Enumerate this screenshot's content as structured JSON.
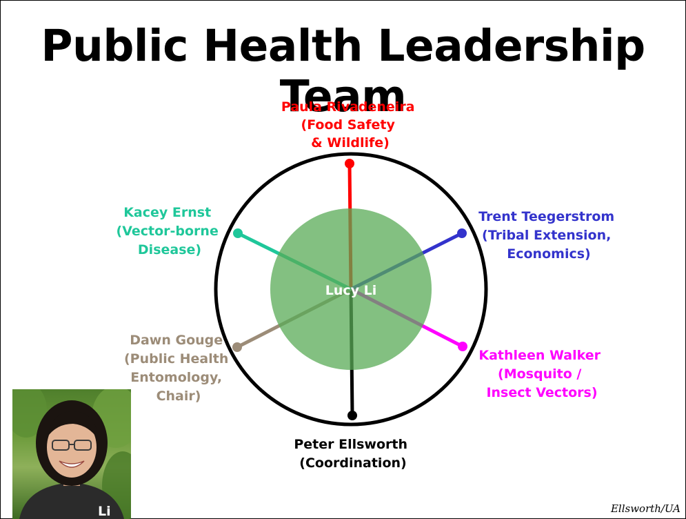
{
  "title": "Public Health Leadership Team",
  "center": {
    "name": "Lucy Li",
    "fill": "#7dbe7a"
  },
  "spokes": [
    {
      "id": "rivadeneira",
      "lines": [
        "Paula Rivadeneira",
        "(Food Safety",
        "& Wildlife)"
      ],
      "color": "#ff0000"
    },
    {
      "id": "teegerstrom",
      "lines": [
        "Trent Teegerstrom",
        "(Tribal Extension,",
        "Economics)"
      ],
      "color": "#3333cc"
    },
    {
      "id": "walker",
      "lines": [
        "Kathleen Walker",
        "(Mosquito /",
        "Insect Vectors)"
      ],
      "color": "#ff00ff"
    },
    {
      "id": "ellsworth",
      "lines": [
        "Peter Ellsworth",
        "(Coordination)"
      ],
      "color": "#000000"
    },
    {
      "id": "gouge",
      "lines": [
        "Dawn Gouge",
        "(Public Health",
        "Entomology,",
        "Chair)"
      ],
      "color": "#9c8c78"
    },
    {
      "id": "ernst",
      "lines": [
        "Kacey Ernst",
        "(Vector-borne",
        "Disease)"
      ],
      "color": "#1fc79a"
    }
  ],
  "photo": {
    "caption": "Li"
  },
  "credit": "Ellsworth/UA"
}
